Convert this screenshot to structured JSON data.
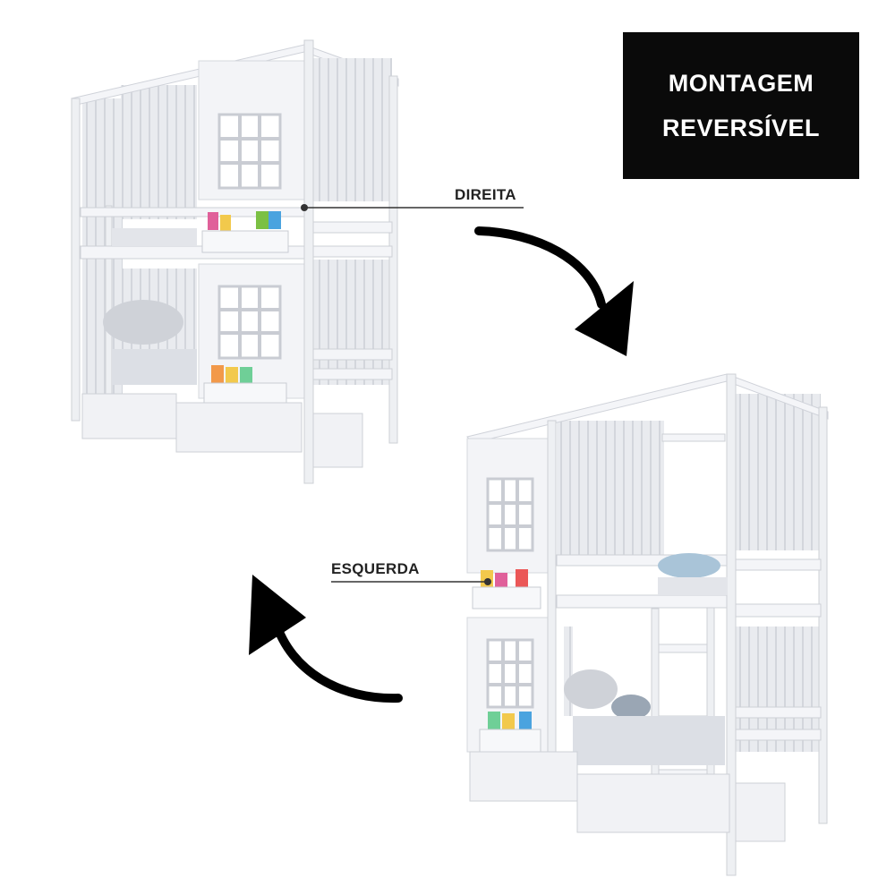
{
  "title": {
    "line1": "MONTAGEM",
    "line2": "REVERSÍVEL",
    "background": "#0a0a0a",
    "text_color": "#ffffff"
  },
  "callouts": {
    "right_label": "DIREITA",
    "left_label": "ESQUERDA"
  },
  "colors": {
    "bed_frame": "#f2f3f6",
    "bed_shade": "#d9dce3",
    "curtain": "#e4e6eb",
    "arrow": "#000000"
  },
  "icons": {
    "arrow_down": "curved-arrow-down-icon",
    "arrow_up": "curved-arrow-up-icon"
  }
}
